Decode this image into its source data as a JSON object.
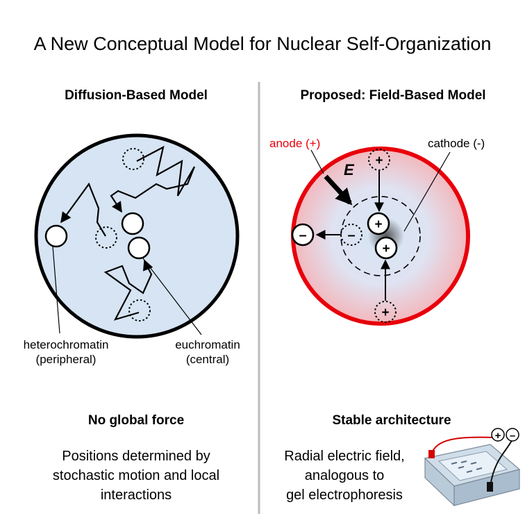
{
  "title": "A New Conceptual Model for Nuclear Self-Organization",
  "left": {
    "heading": "Diffusion-Based Model",
    "labels": {
      "heterochromatin_line1": "heterochromatin",
      "heterochromatin_line2": "(peripheral)",
      "euchromatin_line1": "euchromatin",
      "euchromatin_line2": "(central)"
    },
    "conclusion": "No global force",
    "description_lines": [
      "Positions determined by",
      "stochastic motion and local",
      "interactions"
    ]
  },
  "right": {
    "heading": "Proposed: Field-Based Model",
    "labels": {
      "anode": "anode (+)",
      "cathode": "cathode (-)",
      "field": "E"
    },
    "charges": {
      "positive": "+",
      "negative": "–"
    },
    "conclusion": "Stable architecture",
    "description_lines": [
      "Radial electric field,",
      "analogous to",
      "gel electrophoresis"
    ],
    "apparatus_terminals": {
      "positive": "+",
      "negative": "–"
    }
  },
  "colors": {
    "nucleus_fill": "#d6e4f3",
    "nucleus_outline": "#000000",
    "anode_red": "#e8000b",
    "divider": "#bbbbbb",
    "gel_tray": "#cfdde9"
  },
  "icons": [
    "electrophoresis-apparatus-icon"
  ]
}
